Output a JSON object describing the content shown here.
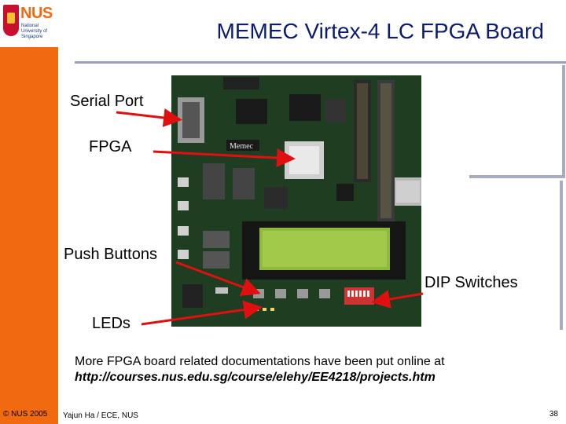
{
  "slide": {
    "title": "MEMEC Virtex-4 LC FPGA Board",
    "logo_text": "NUS",
    "logo_subtext": "National University of Singapore",
    "labels": {
      "serial_port": "Serial Port",
      "fpga": "FPGA",
      "push_buttons": "Push Buttons",
      "dip_switches": "DIP Switches",
      "leds": "LEDs"
    },
    "info_line": "More FPGA board related documentations have been put online at",
    "info_url": "http://courses.nus.edu.sg/course/elehy/EE4218/projects.htm",
    "footer_copyright": "© NUS 2005",
    "footer_author": "Yajun Ha / ECE, NUS",
    "page_number": "38"
  },
  "colors": {
    "sidebar": "#f26a10",
    "title": "#0b1b6e",
    "arrow": "#e01010",
    "pcb": "#1e3a1e",
    "lcd": "#8fb93a"
  }
}
